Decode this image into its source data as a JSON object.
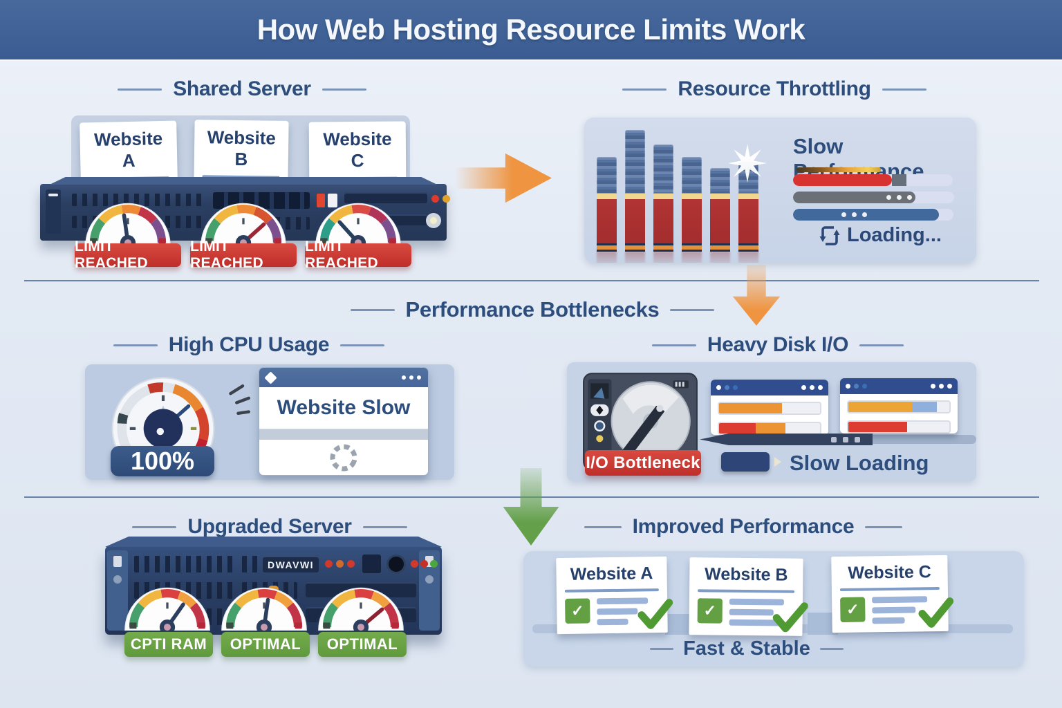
{
  "title": "How Web Hosting Resource Limits Work",
  "icons": {
    "check": "✓"
  },
  "shared_server": {
    "heading": "Shared Server",
    "cards": [
      {
        "title": "Website A"
      },
      {
        "title": "Website B"
      },
      {
        "title": "Website C"
      }
    ],
    "limit_badges": [
      "LIMIT REACHED",
      "LIMIT REACHED",
      "LIMIT REACHED"
    ]
  },
  "resource_throttling": {
    "heading": "Resource Throttling",
    "subheading": "Slow Performance",
    "loading_label": "Loading...",
    "bars": [
      137,
      176,
      155,
      137,
      121,
      130
    ]
  },
  "bottlenecks_heading": "Performance Bottlenecks",
  "high_cpu": {
    "heading": "High CPU Usage",
    "gauge_value": "100%",
    "window_title": "Website Slow"
  },
  "heavy_disk": {
    "heading": "Heavy Disk I/O",
    "badge": "I/O Bottleneck",
    "label": "Slow Loading"
  },
  "upgraded_server": {
    "heading": "Upgraded Server",
    "server_label": "DWAVWI",
    "badges": [
      "CPTI RAM",
      "OPTIMAL",
      "OPTIMAL"
    ]
  },
  "improved": {
    "heading": "Improved Performance",
    "cards": [
      {
        "title": "Website A"
      },
      {
        "title": "Website B"
      },
      {
        "title": "Website C"
      }
    ],
    "footer": "Fast & Stable"
  },
  "colors": {
    "banner": "#3d6094",
    "heading": "#2d4d7c",
    "alert_red": "#c8322e",
    "ok_green": "#67a143",
    "arrow_orange": "#ef9440",
    "arrow_green": "#64a04a"
  }
}
